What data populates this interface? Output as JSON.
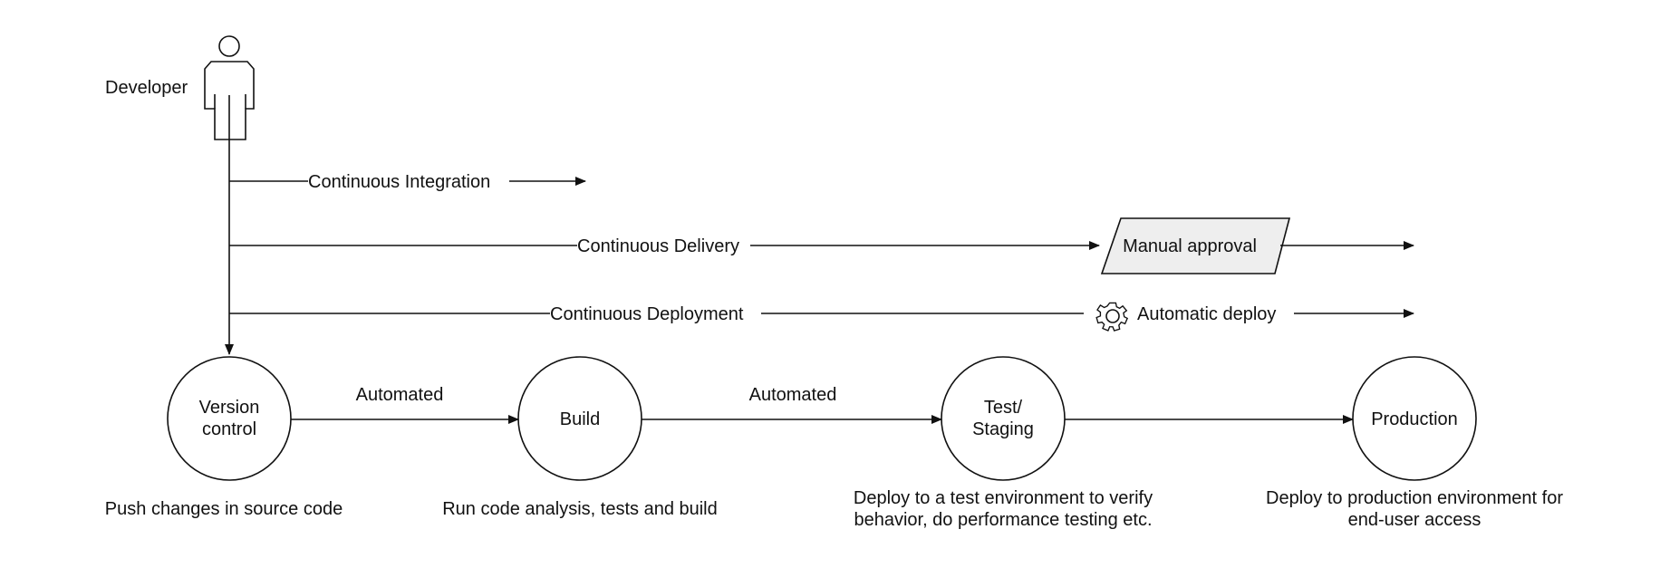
{
  "developer": {
    "label": "Developer",
    "icon": "person-icon"
  },
  "flows": [
    {
      "label": "Continuous Integration"
    },
    {
      "label": "Continuous Delivery",
      "gate": "Manual approval"
    },
    {
      "label": "Continuous Deployment",
      "gate": "Automatic deploy",
      "gate_icon": "gear-icon"
    }
  ],
  "stages": [
    {
      "line1": "Version",
      "line2": "control",
      "caption1": "Push changes in source code",
      "caption2": ""
    },
    {
      "line1": "Build",
      "line2": "",
      "caption1": "Run code analysis, tests and build",
      "caption2": ""
    },
    {
      "line1": "Test/",
      "line2": "Staging",
      "caption1": "Deploy to a test environment to verify",
      "caption2": "behavior, do performance testing etc."
    },
    {
      "line1": "Production",
      "line2": "",
      "caption1": "Deploy to production environment for",
      "caption2": "end-user access"
    }
  ],
  "edges": [
    {
      "label": "Automated"
    },
    {
      "label": "Automated"
    },
    {
      "label": ""
    }
  ],
  "colors": {
    "stroke": "#111111",
    "gate_fill": "#eeeeee",
    "background": "#ffffff"
  }
}
